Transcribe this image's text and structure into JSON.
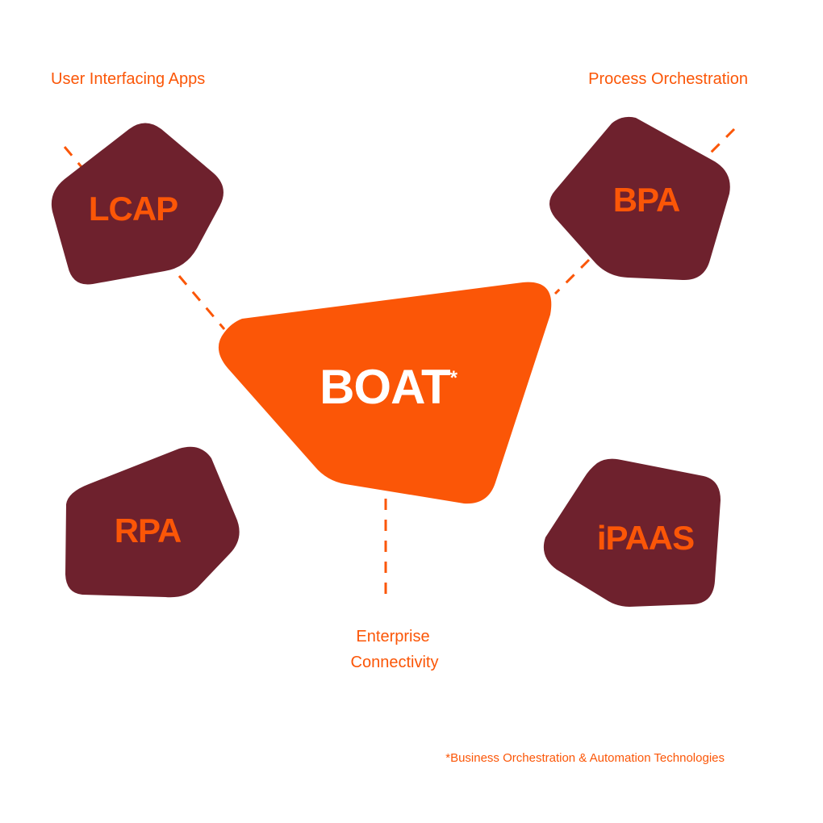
{
  "colors": {
    "accent": "#fb5607",
    "node": "#6e212d",
    "background": "#ffffff"
  },
  "center": {
    "label": "BOAT",
    "marker": "*"
  },
  "nodes": {
    "lcap": "LCAP",
    "bpa": "BPA",
    "rpa": "RPA",
    "ipaas": "iPAAS"
  },
  "categories": {
    "user_interfacing": "User Interfacing Apps",
    "process_orchestration": "Process Orchestration",
    "enterprise_line1": "Enterprise",
    "enterprise_line2": "Connectivity"
  },
  "footnote": "*Business Orchestration & Automation Technologies"
}
